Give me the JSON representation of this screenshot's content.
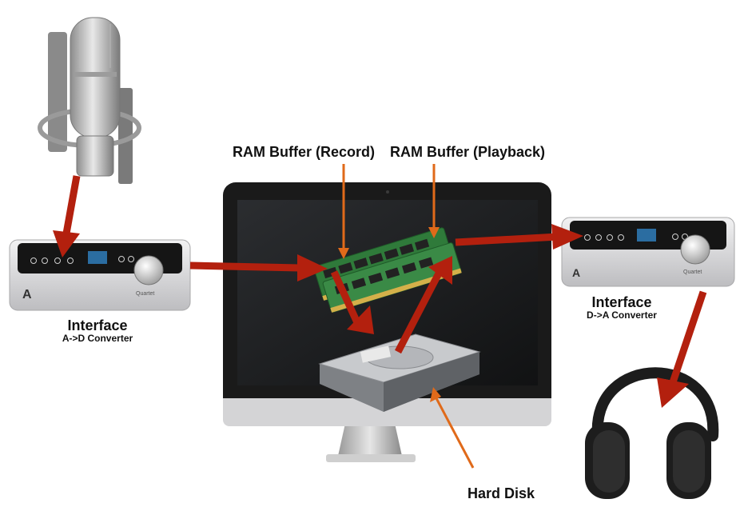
{
  "labels": {
    "ram_record": "RAM Buffer (Record)",
    "ram_playback": "RAM Buffer (Playback)",
    "interface_left_title": "Interface",
    "interface_left_sub": "A->D Converter",
    "interface_right_title": "Interface",
    "interface_right_sub": "D->A Converter",
    "hard_disk": "Hard Disk"
  },
  "device_text": {
    "brand_mark": "A",
    "model": "Quartet"
  },
  "colors": {
    "signal_arrow": "#b3200e",
    "pointer_arrow": "#e06a1a",
    "monitor_bezel": "#1a1a1a",
    "screen": "#202224",
    "ram_board": "#2f7a3a",
    "interface_body": "#d9d9db",
    "interface_panel": "#151515"
  }
}
